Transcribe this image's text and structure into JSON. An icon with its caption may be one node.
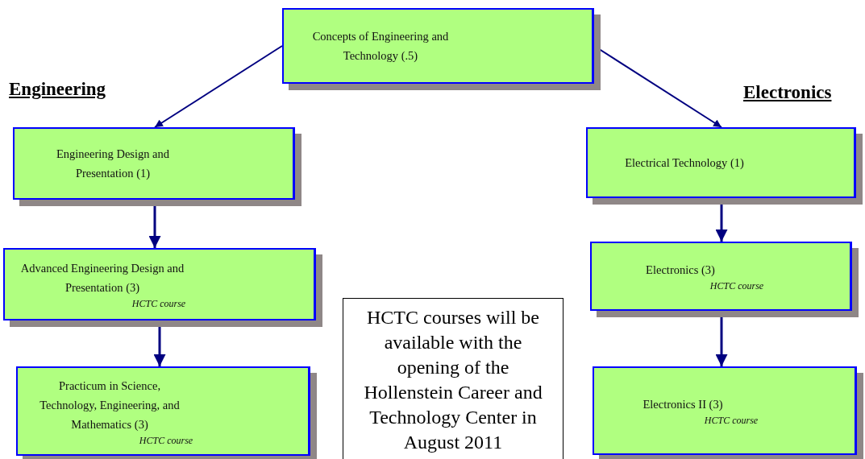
{
  "diagram": {
    "nodes": [
      {
        "text": [
          "Concepts of Engineering and Technology (.5)"
        ]
      },
      {
        "text": [
          "Engineering Design and Presentation (1)"
        ]
      },
      {
        "text": [
          "Advanced Engineering Design and Presentation (3)",
          "HCTC course"
        ]
      },
      {
        "text": [
          "Practicum in Science, Technology, Engineering, and Mathematics (3)",
          "HCTC course"
        ]
      },
      {
        "text": [
          "Electrical Technology (1)"
        ]
      },
      {
        "text": [
          "Electronics (3)",
          "HCTC course"
        ]
      },
      {
        "text": [
          "Electronics II (3)",
          "HCTC course"
        ]
      },
      {
        "text": [
          "HCTC courses will be available with the opening of the Hollenstein Career and Technology Center in August 2011"
        ]
      }
    ],
    "edges": [
      {
        "from": 0,
        "to": 1,
        "arrow": "to"
      },
      {
        "from": 0,
        "to": 4,
        "arrow": "to"
      },
      {
        "from": 1,
        "to": 2,
        "arrow": "to"
      },
      {
        "from": 2,
        "to": 3,
        "arrow": "to"
      },
      {
        "from": 4,
        "to": 5,
        "arrow": "to"
      },
      {
        "from": 5,
        "to": 6,
        "arrow": "to"
      }
    ],
    "labels": [
      "Engineering",
      "Electronics"
    ]
  }
}
